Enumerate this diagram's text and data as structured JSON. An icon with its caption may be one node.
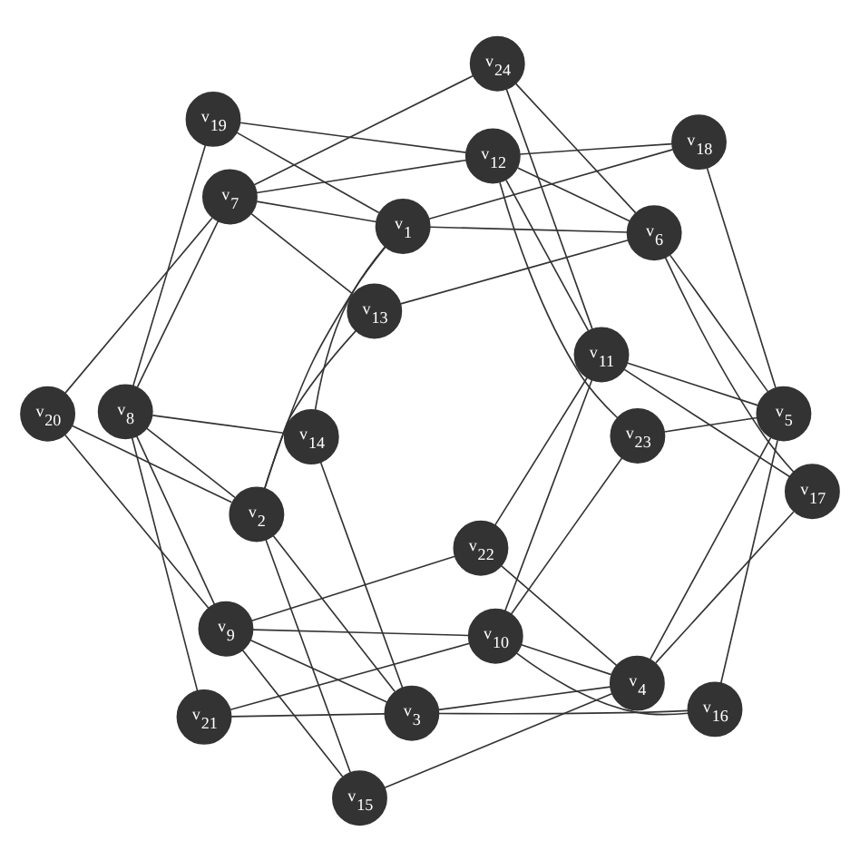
{
  "diagram": {
    "nodes": [
      {
        "text": [
          "v$_{1}$"
        ]
      },
      {
        "text": [
          "v$_{2}$"
        ]
      },
      {
        "text": [
          "v$_{3}$"
        ]
      },
      {
        "text": [
          "v$_{4}$"
        ]
      },
      {
        "text": [
          "v$_{5}$"
        ]
      },
      {
        "text": [
          "v$_{6}$"
        ]
      },
      {
        "text": [
          "v$_{7}$"
        ]
      },
      {
        "text": [
          "v$_{8}$"
        ]
      },
      {
        "text": [
          "v$_{9}$"
        ]
      },
      {
        "text": [
          "v$_{10}$"
        ]
      },
      {
        "text": [
          "v$_{11}$"
        ]
      },
      {
        "text": [
          "v$_{12}$"
        ]
      },
      {
        "text": [
          "v$_{13}$"
        ]
      },
      {
        "text": [
          "v$_{14}$"
        ]
      },
      {
        "text": [
          "v$_{15}$"
        ]
      },
      {
        "text": [
          "v$_{16}$"
        ]
      },
      {
        "text": [
          "v$_{17}$"
        ]
      },
      {
        "text": [
          "v$_{18}$"
        ]
      },
      {
        "text": [
          "v$_{19}$"
        ]
      },
      {
        "text": [
          "v$_{20}$"
        ]
      },
      {
        "text": [
          "v$_{21}$"
        ]
      },
      {
        "text": [
          "v$_{22}$"
        ]
      },
      {
        "text": [
          "v$_{23}$"
        ]
      },
      {
        "text": [
          "v$_{24}$"
        ]
      }
    ],
    "edges": [
      {
        "from": 0,
        "to": 1,
        "arrow": "none"
      },
      {
        "from": 1,
        "to": 2,
        "arrow": "none"
      },
      {
        "from": 2,
        "to": 3,
        "arrow": "none"
      },
      {
        "from": 3,
        "to": 4,
        "arrow": "none"
      },
      {
        "from": 4,
        "to": 5,
        "arrow": "none"
      },
      {
        "from": 5,
        "to": 0,
        "arrow": "none"
      },
      {
        "from": 6,
        "to": 7,
        "arrow": "none"
      },
      {
        "from": 7,
        "to": 8,
        "arrow": "none"
      },
      {
        "from": 8,
        "to": 9,
        "arrow": "none"
      },
      {
        "from": 9,
        "to": 10,
        "arrow": "none"
      },
      {
        "from": 10,
        "to": 11,
        "arrow": "none"
      },
      {
        "from": 11,
        "to": 6,
        "arrow": "none"
      },
      {
        "from": 0,
        "to": 6,
        "arrow": "none"
      },
      {
        "from": 1,
        "to": 7,
        "arrow": "none"
      },
      {
        "from": 2,
        "to": 8,
        "arrow": "none"
      },
      {
        "from": 3,
        "to": 9,
        "arrow": "none"
      },
      {
        "from": 4,
        "to": 10,
        "arrow": "none"
      },
      {
        "from": 5,
        "to": 11,
        "arrow": "none"
      },
      {
        "from": 12,
        "to": 6,
        "arrow": "none"
      },
      {
        "from": 12,
        "to": 1,
        "arrow": "none"
      },
      {
        "from": 12,
        "to": 5,
        "arrow": "none"
      },
      {
        "from": 13,
        "to": 7,
        "arrow": "none"
      },
      {
        "from": 13,
        "to": 0,
        "arrow": "none"
      },
      {
        "from": 13,
        "to": 2,
        "arrow": "none"
      },
      {
        "from": 14,
        "to": 8,
        "arrow": "none"
      },
      {
        "from": 14,
        "to": 1,
        "arrow": "none"
      },
      {
        "from": 14,
        "to": 3,
        "arrow": "none"
      },
      {
        "from": 15,
        "to": 9,
        "arrow": "none"
      },
      {
        "from": 15,
        "to": 2,
        "arrow": "none"
      },
      {
        "from": 15,
        "to": 4,
        "arrow": "none"
      },
      {
        "from": 16,
        "to": 10,
        "arrow": "none"
      },
      {
        "from": 16,
        "to": 3,
        "arrow": "none"
      },
      {
        "from": 16,
        "to": 5,
        "arrow": "none"
      },
      {
        "from": 17,
        "to": 11,
        "arrow": "none"
      },
      {
        "from": 17,
        "to": 4,
        "arrow": "none"
      },
      {
        "from": 17,
        "to": 0,
        "arrow": "none"
      },
      {
        "from": 18,
        "to": 0,
        "arrow": "none"
      },
      {
        "from": 18,
        "to": 11,
        "arrow": "none"
      },
      {
        "from": 18,
        "to": 7,
        "arrow": "none"
      },
      {
        "from": 19,
        "to": 1,
        "arrow": "none"
      },
      {
        "from": 19,
        "to": 6,
        "arrow": "none"
      },
      {
        "from": 19,
        "to": 8,
        "arrow": "none"
      },
      {
        "from": 20,
        "to": 2,
        "arrow": "none"
      },
      {
        "from": 20,
        "to": 7,
        "arrow": "none"
      },
      {
        "from": 20,
        "to": 9,
        "arrow": "none"
      },
      {
        "from": 21,
        "to": 3,
        "arrow": "none"
      },
      {
        "from": 21,
        "to": 8,
        "arrow": "none"
      },
      {
        "from": 21,
        "to": 10,
        "arrow": "none"
      },
      {
        "from": 22,
        "to": 4,
        "arrow": "none"
      },
      {
        "from": 22,
        "to": 9,
        "arrow": "none"
      },
      {
        "from": 22,
        "to": 11,
        "arrow": "none"
      },
      {
        "from": 23,
        "to": 5,
        "arrow": "none"
      },
      {
        "from": 23,
        "to": 10,
        "arrow": "none"
      },
      {
        "from": 23,
        "to": 6,
        "arrow": "none"
      }
    ]
  }
}
